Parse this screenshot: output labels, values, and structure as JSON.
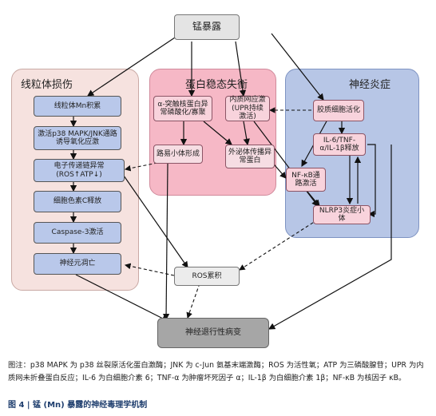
{
  "top_node": "锰暴露",
  "panels": {
    "mito": "线粒体损伤",
    "protein": "蛋白稳态失衡",
    "inflam": "神经炎症"
  },
  "nodes": {
    "mn_accum": "线粒体Mn积累",
    "p38": "激活p38 MAPK/JNK通路诱导氧化应激",
    "etc": "电子传递链异常(ROS↑ATP↓)",
    "cytc": "细胞色素C释放",
    "casp3": "Caspase-3激活",
    "death": "神经元凋亡",
    "asyn": "α-突触核蛋白异常磷酸化/寡聚",
    "upr": "内质网应激(UPR持续激活)",
    "lewy": "路易小体形成",
    "exo": "外泌体传播异常蛋白",
    "glia": "胶质细胞活化",
    "il6": "IL-6/TNF-α/IL-1β释放",
    "nfkb": "NF-κB通路激活",
    "nlrp3": "NLRP3炎症小体",
    "ros": "ROS累积",
    "neurodeg": "神经退行性病变"
  },
  "caption": "图注：p38 MAPK 为 p38 丝裂原活化蛋白激酶；JNK 为 c-Jun 氨基末端激酶；ROS 为活性氧；ATP 为三磷酸腺苷；UPR 为内质网未折叠蛋白反应；IL-6 为白细胞介素 6；TNF-α 为肿瘤坏死因子 α；IL-1β 为白细胞介素 1β；NF-κB 为核因子 κB。",
  "figure_label": "图 4 | 锰 (Mn) 暴露的神经毒理学机制",
  "colors": {
    "mito_panel": "#f6e2df",
    "protein_panel": "#f6b8c6",
    "inflam_panel": "#b7c6e6",
    "blue_node": "#b9c8ea",
    "pink_node": "#f8d3dc",
    "gray_node": "#e4e4e4",
    "dark_node": "#a6a6a6",
    "label_blue": "#1f3e6e"
  }
}
